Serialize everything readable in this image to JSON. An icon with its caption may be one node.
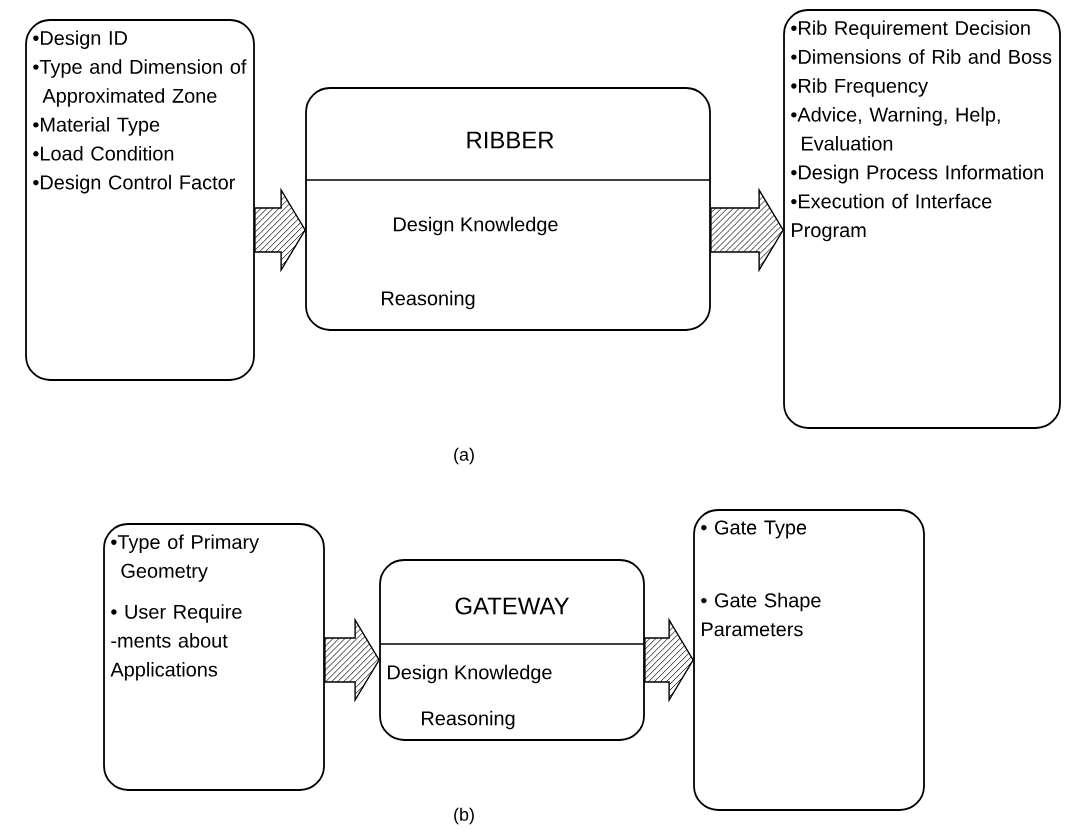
{
  "diagram": {
    "nodes": [
      {
        "text": [
          "•Design ID",
          "•Type and Dimension of Approximated Zone",
          "•Material Type",
          "•Load Condition",
          "•Design Control Factor"
        ]
      },
      {
        "text": [
          "RIBBER",
          "Design Knowledge",
          "Reasoning"
        ]
      },
      {
        "text": [
          "•Rib Requirement Decision",
          "•Dimensions of Rib and Boss",
          "•Rib Frequency",
          "•Advice, Warning, Help, Evaluation",
          "•Design Process Information",
          "•Execution of Interface Program"
        ]
      },
      {
        "text": [
          "•Type of Primary Geometry",
          "• User Require -ments about Applications"
        ]
      },
      {
        "text": [
          "GATEWAY",
          "Design Knowledge",
          "Reasoning"
        ]
      },
      {
        "text": [
          "• Gate Type",
          "• Gate Shape Parameters"
        ]
      }
    ],
    "edges": [
      {
        "from": 0,
        "to": 1,
        "arrow": "to"
      },
      {
        "from": 1,
        "to": 2,
        "arrow": "to"
      },
      {
        "from": 3,
        "to": 4,
        "arrow": "to"
      },
      {
        "from": 4,
        "to": 5,
        "arrow": "to"
      }
    ],
    "labels": [
      "(a)",
      "(b)"
    ]
  }
}
